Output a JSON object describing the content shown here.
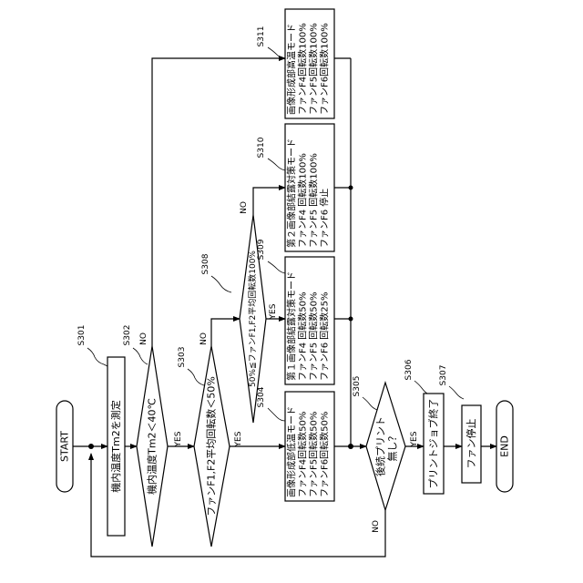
{
  "terminals": {
    "start": "START",
    "end": "END"
  },
  "steps": {
    "s301": "S301",
    "s302": "S302",
    "s303": "S303",
    "s304": "S304",
    "s305": "S305",
    "s306": "S306",
    "s307": "S307",
    "s308": "S308",
    "s309": "S309",
    "s310": "S310",
    "s311": "S311"
  },
  "processes": {
    "measure": "機内温度Tm2を測定",
    "print_end": "プリントジョブ終了",
    "fan_stop": "ファン停止"
  },
  "decisions": {
    "temp": "機内温度Tm2＜40℃",
    "fan_avg_low": "ファンF1,F2平均回転数＜50%",
    "fan_avg_range": "50%≦ファンF1,F2平均回転数100%",
    "next_print_1": "後続プリント",
    "next_print_2": "無し？"
  },
  "modes": {
    "s304": [
      "画像形成部低温モード",
      "ファンF4回転数50%",
      "ファンF5回転数50%",
      "ファンF6回転数50%"
    ],
    "s309": [
      "第１画像部結露対策モード",
      "ファンF4 回転数50%",
      "ファンF5 回転数50%",
      "ファンF6 回転数25%"
    ],
    "s310": [
      "第２画像部結露対策モード",
      "ファンF4 回転数100%",
      "ファンF5 回転数100%",
      "ファンF6 停止"
    ],
    "s311": [
      "画像形成部高温モード",
      "ファンF4回転数100%",
      "ファンF5回転数100%",
      "ファンF6回転数100%"
    ]
  },
  "labels": {
    "yes": "YES",
    "no": "NO"
  }
}
